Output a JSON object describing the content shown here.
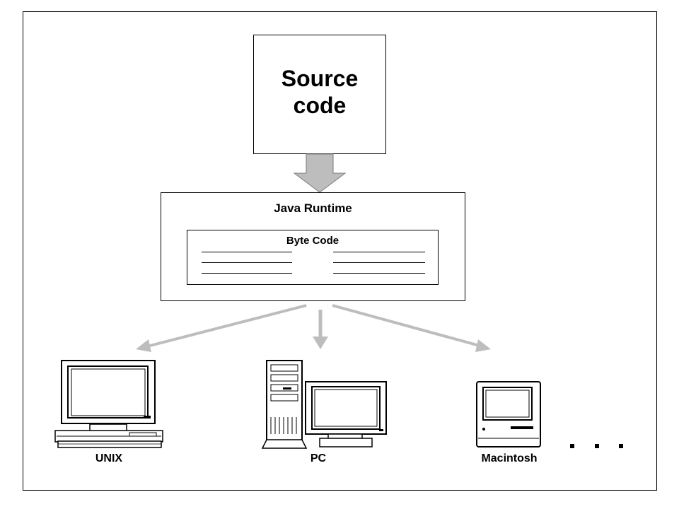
{
  "diagram": {
    "source_label": "Source\ncode",
    "runtime_label": "Java Runtime",
    "bytecode_label": "Byte Code",
    "platforms": [
      {
        "id": "unix",
        "label": "UNIX"
      },
      {
        "id": "pc",
        "label": "PC"
      },
      {
        "id": "mac",
        "label": "Macintosh"
      }
    ],
    "ellipsis": "..."
  },
  "colors": {
    "arrow": "#bdbdbd",
    "arrow_stroke": "#7a7a7a",
    "screen": "#ffffff",
    "outline": "#000000"
  },
  "icons": [
    "unix-workstation-icon",
    "pc-tower-icon",
    "macintosh-icon"
  ]
}
